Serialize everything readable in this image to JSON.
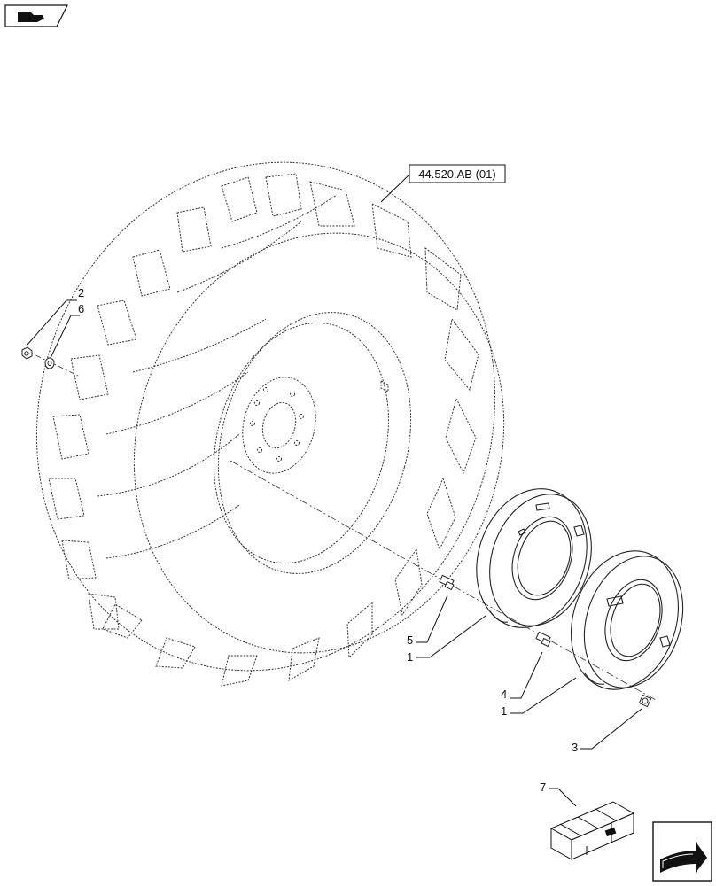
{
  "reference_box": {
    "label": "44.520.AB (01)"
  },
  "callouts": [
    {
      "id": "2",
      "text": "2"
    },
    {
      "id": "6",
      "text": "6"
    },
    {
      "id": "5",
      "text": "5"
    },
    {
      "id": "1a",
      "text": "1"
    },
    {
      "id": "4",
      "text": "4"
    },
    {
      "id": "1b",
      "text": "1"
    },
    {
      "id": "3",
      "text": "3"
    },
    {
      "id": "7",
      "text": "7"
    }
  ],
  "icons": {
    "top_left": "book-pointer-icon",
    "bottom_right": "next-page-arrow-icon",
    "kit": "parts-kit-box-icon"
  },
  "colors": {
    "ink": "#111111",
    "paper": "#ffffff"
  }
}
